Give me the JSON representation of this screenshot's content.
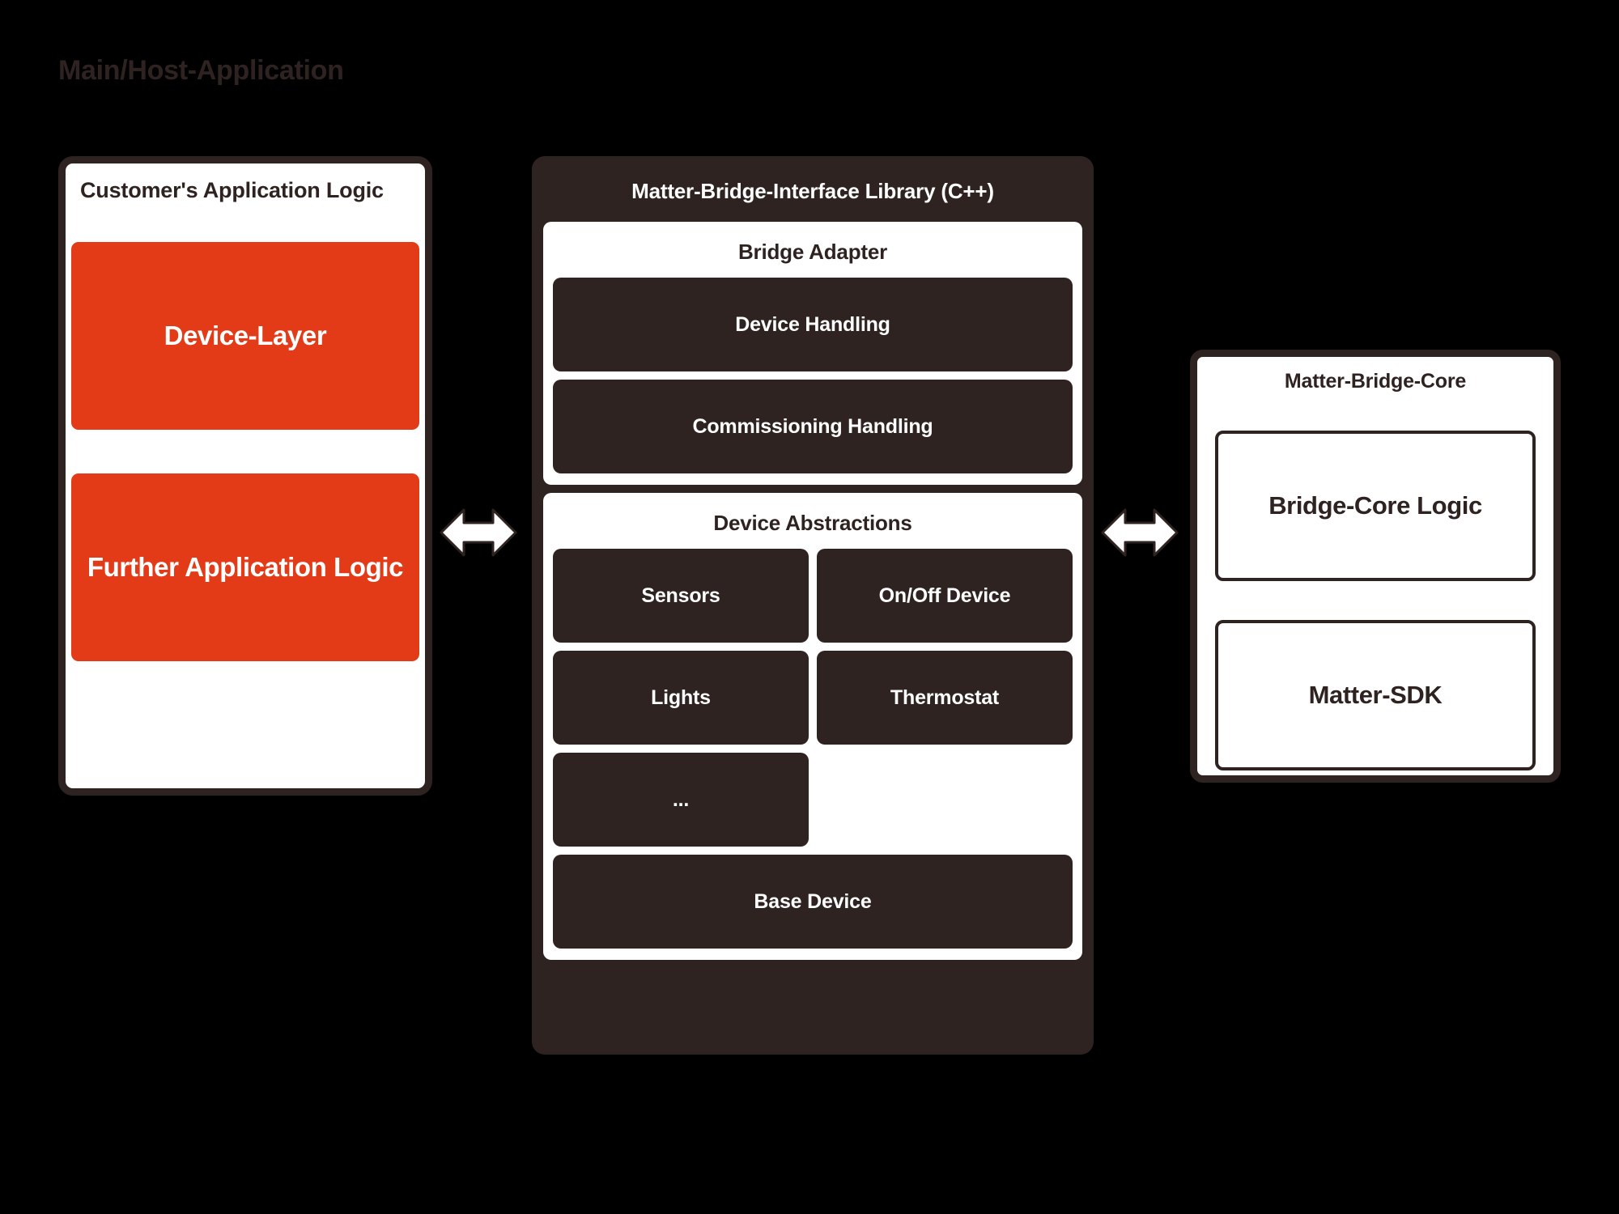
{
  "page": {
    "title": "Main/Host-Application",
    "background_color": "#000000"
  },
  "colors": {
    "dark": "#2e2321",
    "orange": "#e33b17",
    "white": "#ffffff",
    "background": "#000000"
  },
  "host_panel": {
    "title": "Customer's Application Logic",
    "boxes": [
      {
        "label": "Device-Layer",
        "style": "orange"
      },
      {
        "label": "Further Application Logic",
        "style": "orange"
      }
    ]
  },
  "bridge_interface_panel": {
    "title": "Matter-Bridge-Interface Library (C++)",
    "bridge_adapter": {
      "title": "Bridge Adapter",
      "items": [
        {
          "label": "Device Handling"
        },
        {
          "label": "Commissioning Handling"
        }
      ]
    },
    "device_abstractions": {
      "title": "Device Abstractions",
      "grid": [
        {
          "label": "Sensors"
        },
        {
          "label": "On/Off Device"
        },
        {
          "label": "Lights"
        },
        {
          "label": "Thermostat"
        },
        {
          "label": "..."
        },
        {
          "label": "",
          "empty": true
        }
      ],
      "base": {
        "label": "Base Device"
      }
    }
  },
  "bridge_core_panel": {
    "title": "Matter-Bridge-Core",
    "boxes": [
      {
        "label": "Bridge-Core Logic"
      },
      {
        "label": "Matter-SDK"
      }
    ]
  },
  "connectors": [
    {
      "name": "host-to-interface",
      "icon": "double-arrow-horizontal-icon"
    },
    {
      "name": "interface-to-core",
      "icon": "double-arrow-horizontal-icon"
    }
  ]
}
